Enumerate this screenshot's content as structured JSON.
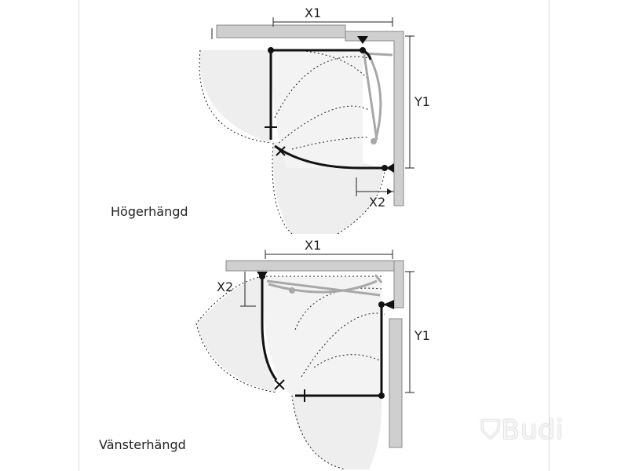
{
  "labels": {
    "top_variant": "Högerhängd",
    "bottom_variant": "Vänsterhängd",
    "x1": "X1",
    "y1": "Y1",
    "x2": "X2"
  },
  "watermark": "Budi",
  "colors": {
    "wall": "#cfcfcf",
    "wall_stroke": "#8a8a8a",
    "floor_swing": "#eeeeee",
    "frame": "#111111",
    "ghost": "#a8a8a8"
  }
}
